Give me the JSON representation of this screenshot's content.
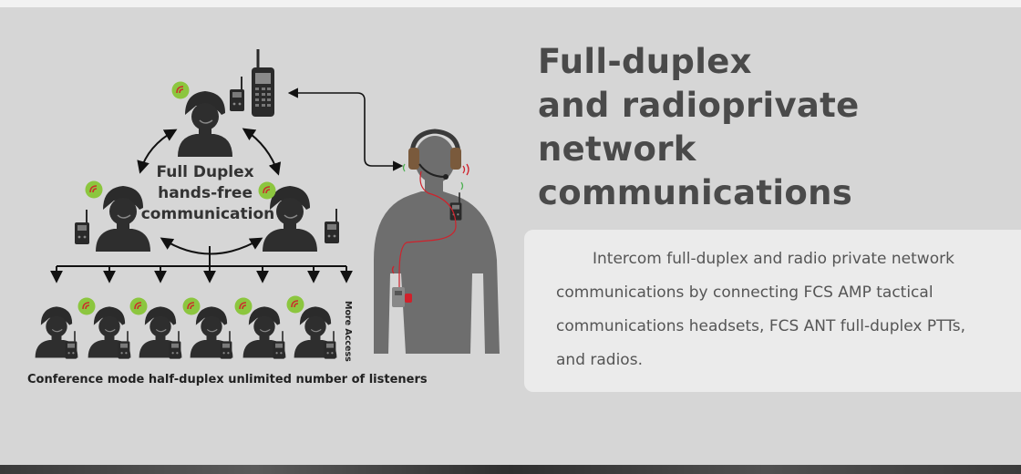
{
  "title": {
    "lines": [
      "Full-duplex",
      "and radioprivate",
      "network",
      "communications"
    ]
  },
  "description": "Intercom full-duplex and radio private network communications by connecting FCS AMP tactical communications headsets, FCS ANT full-duplex PTTs, and radios.",
  "diagram": {
    "center_label": [
      "Full Duplex",
      "hands-free",
      "communication"
    ],
    "bottom_label": "Conference mode half-duplex unlimited number of listeners",
    "side_label": "More Access"
  },
  "colors": {
    "background": "#d6d6d6",
    "title": "#4a4a4a",
    "card": "#ebebeb",
    "signal_badge": "#8cc63f",
    "cable": "#d0212b"
  }
}
